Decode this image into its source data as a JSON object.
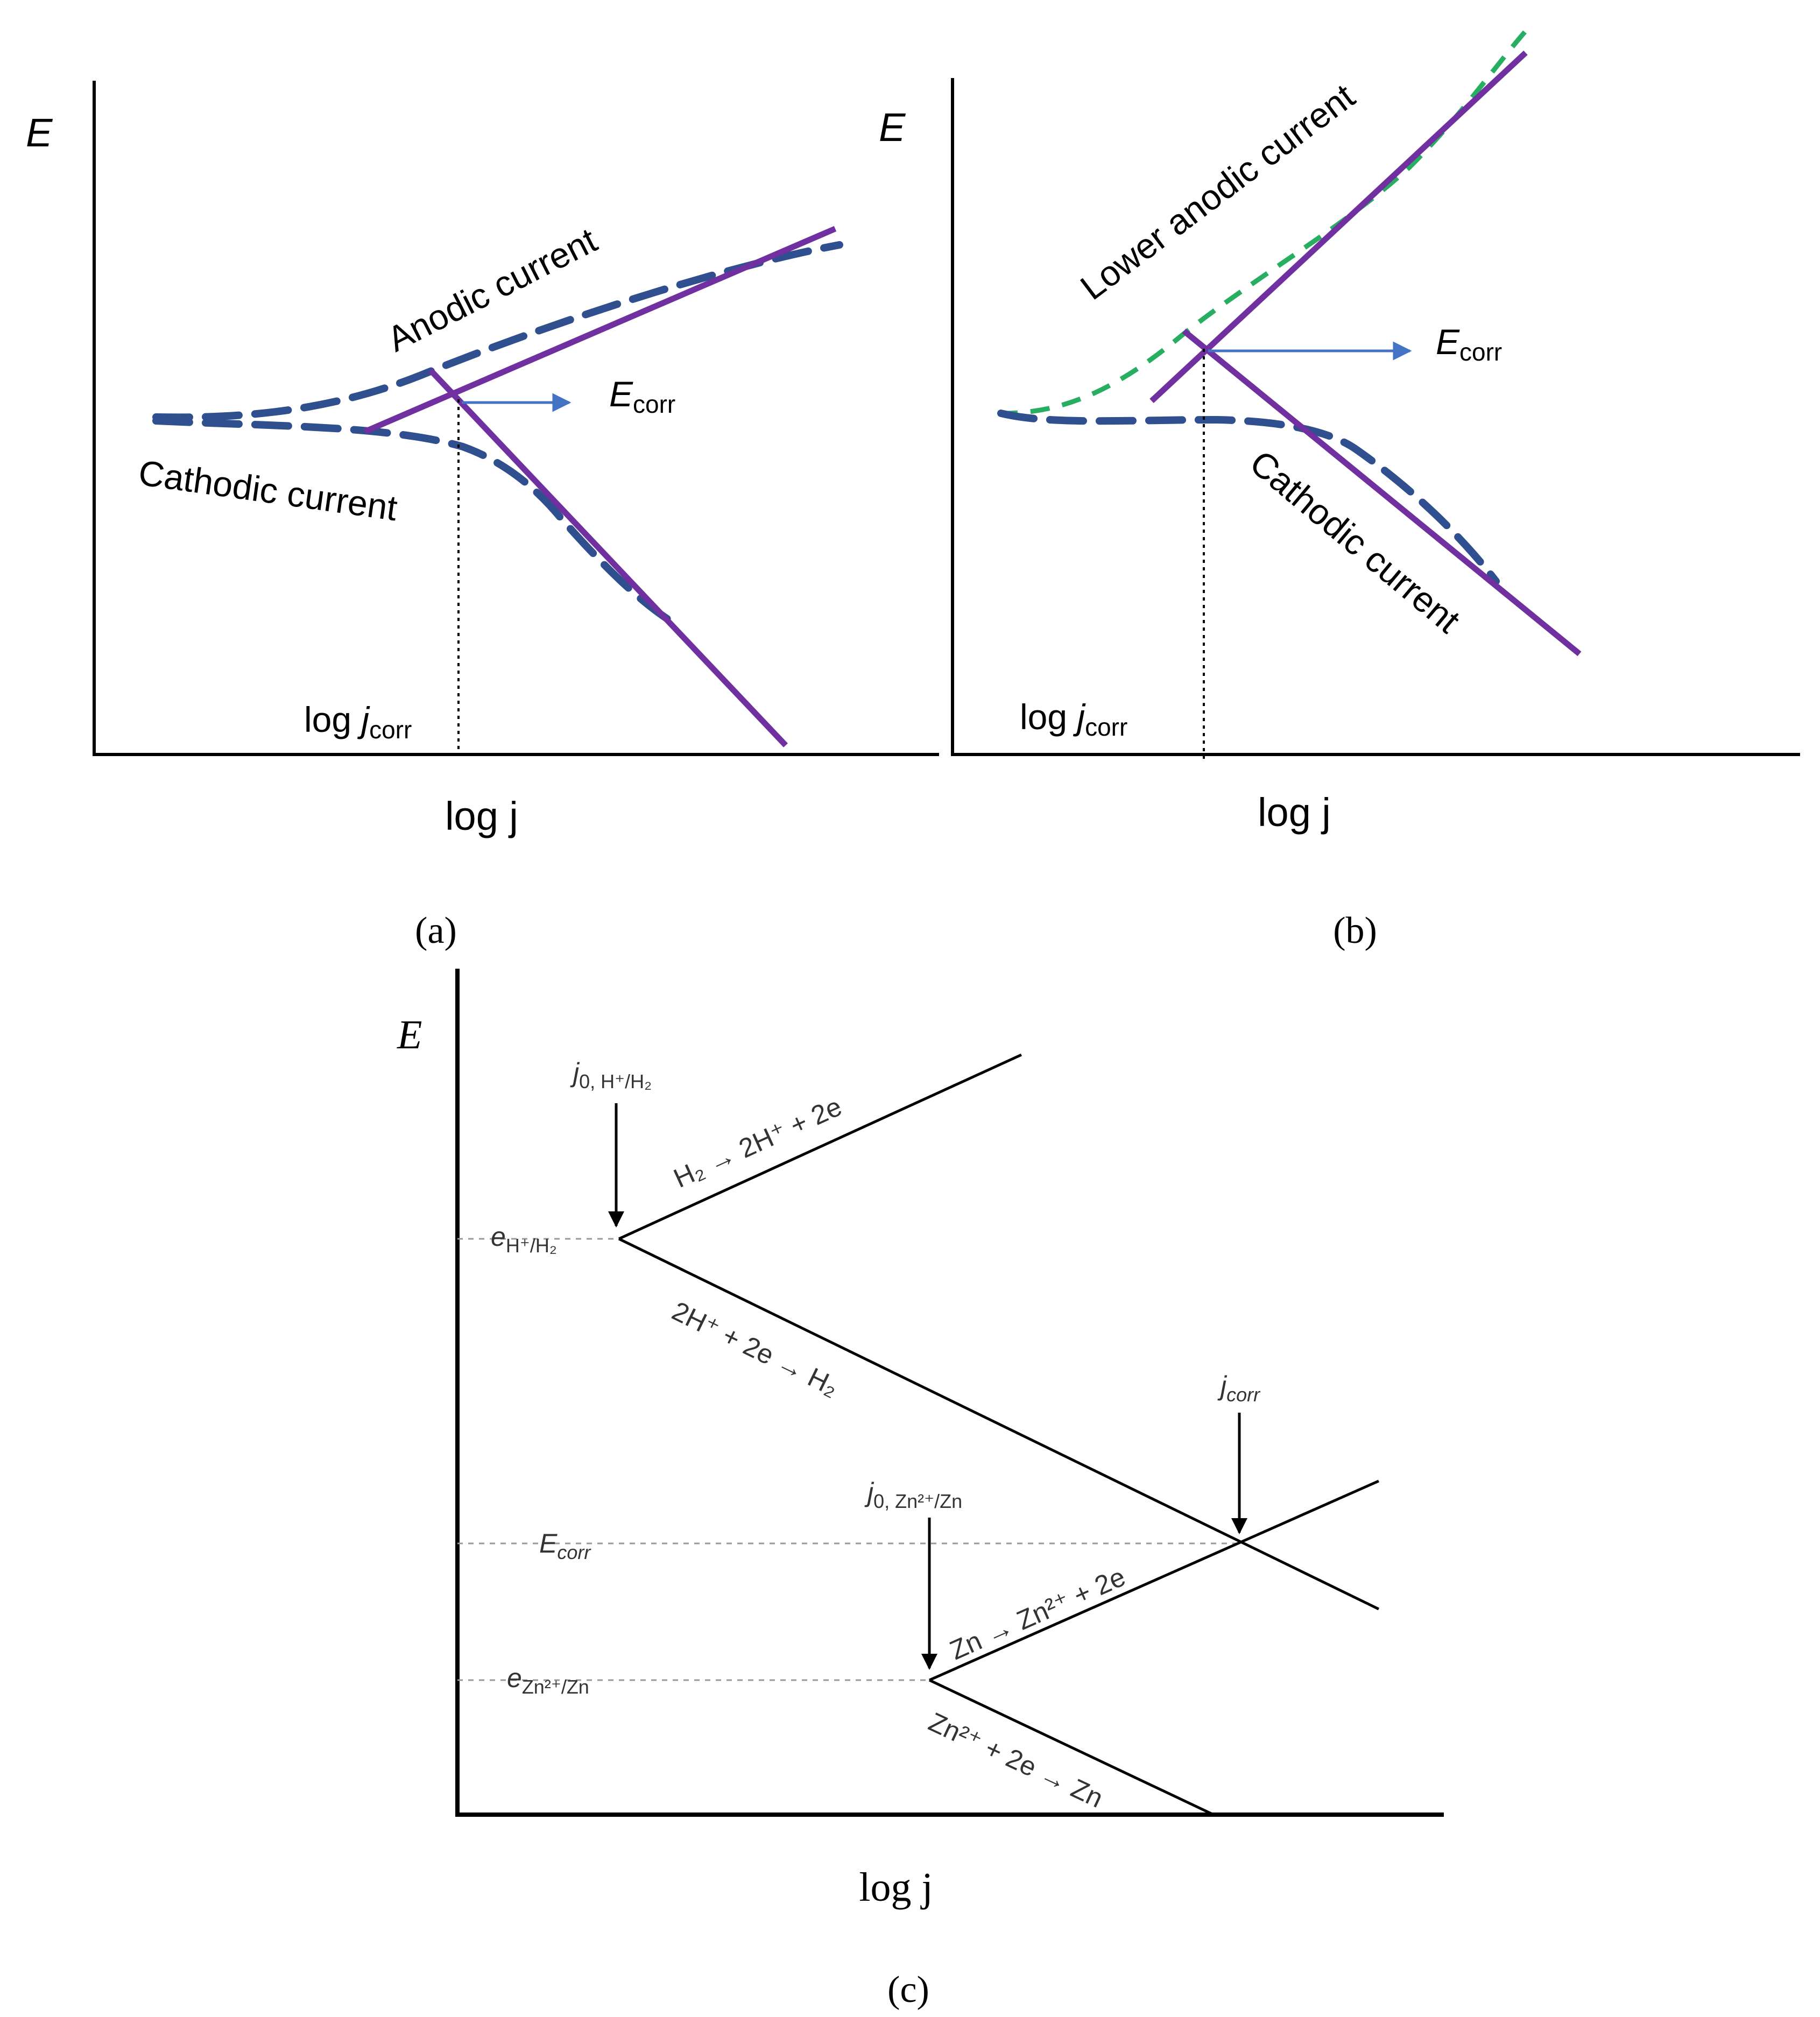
{
  "panels": {
    "a": {
      "y_axis_label": "E",
      "x_axis_label": "log j",
      "anodic_label": "Anodic current",
      "cathodic_label": "Cathodic current",
      "ecorr_label_main": "E",
      "ecorr_label_sub": "corr",
      "jcorr_label_main": "log ",
      "jcorr_label_j": "j",
      "jcorr_label_sub": "corr",
      "caption": "(a)"
    },
    "b": {
      "y_axis_label": "E",
      "x_axis_label": "log j",
      "anodic_label": "Lower anodic current",
      "cathodic_label": "Cathodic current",
      "ecorr_label_main": "E",
      "ecorr_label_sub": "corr",
      "jcorr_label_main": "log ",
      "jcorr_label_j": "j",
      "jcorr_label_sub": "corr",
      "caption": "(b)"
    },
    "c": {
      "y_axis_label": "E",
      "x_axis_label": "log j",
      "caption": "(c)",
      "j0_h_label": "j",
      "j0_h_sub": "0, H⁺/H₂",
      "e_h_label": "e",
      "e_h_sub": "H⁺/H₂",
      "h2_oxidation": "H₂ → 2H⁺ + 2e",
      "h_reduction": "2H⁺ + 2e → H₂",
      "jcorr_label": "j",
      "jcorr_sub": "corr",
      "ecorr_label": "E",
      "ecorr_sub": "corr",
      "j0_zn_label": "j",
      "j0_zn_sub": "0, Zn²⁺/Zn",
      "e_zn_label": "e",
      "e_zn_sub": "Zn²⁺/Zn",
      "zn_oxidation": "Zn → Zn²⁺ + 2e",
      "zn_reduction": "Zn²⁺ + 2e → Zn"
    }
  },
  "colors": {
    "tafel_line": "#7030a0",
    "dashed_polarization": "#2f4f8f",
    "lower_anodic_dashed": "#27ae60",
    "ecorr_arrow": "#4472c4",
    "axes": "#000000"
  }
}
